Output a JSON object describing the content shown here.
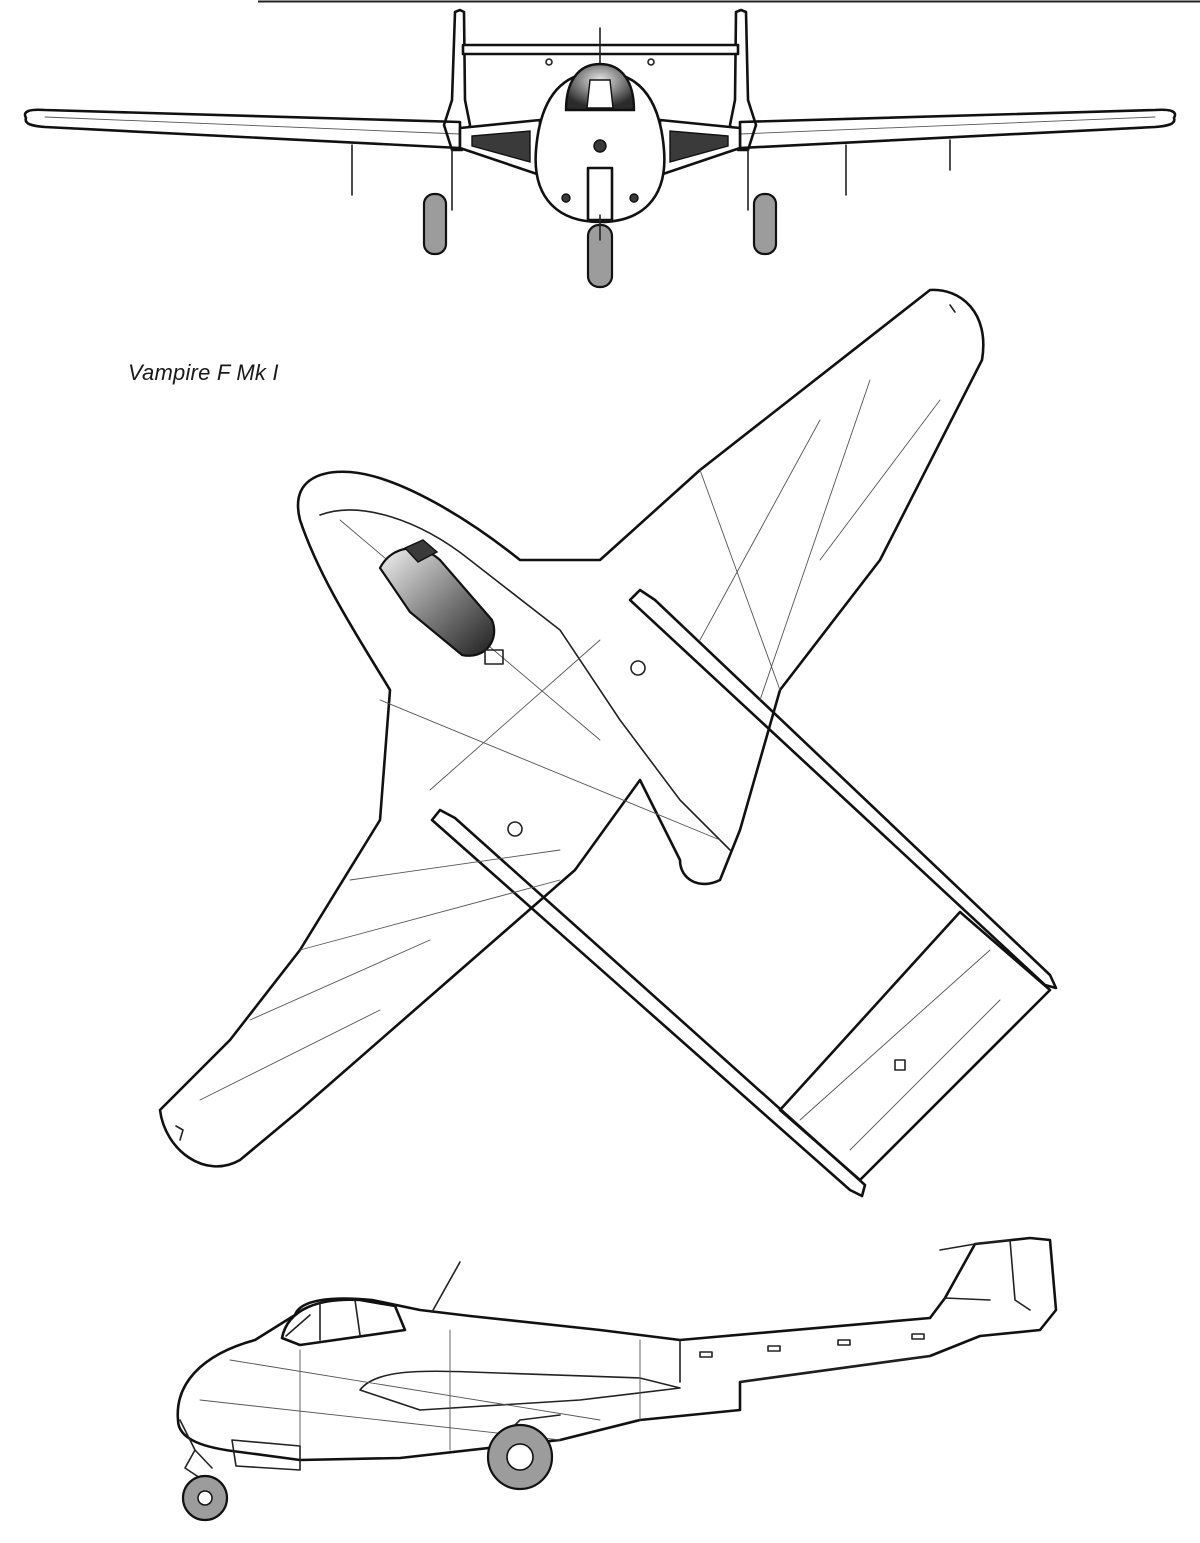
{
  "drawing": {
    "title": "Vampire F Mk I",
    "views": {
      "front": "front-view",
      "top": "plan-view",
      "side": "side-view"
    },
    "canopy_gradient": [
      "#f2f2f2",
      "#1e1e1e"
    ],
    "tire_color": "#9c9c9c"
  }
}
